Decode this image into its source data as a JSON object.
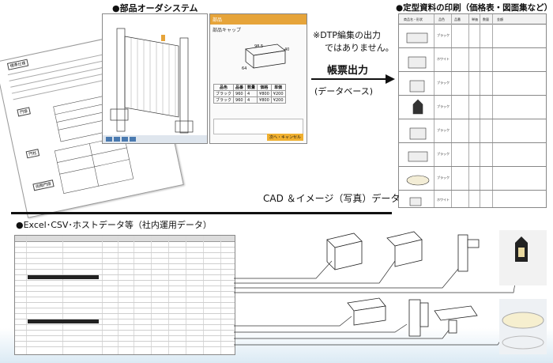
{
  "titles": {
    "order_system": "●部品オーダシステム",
    "catalog_print": "●定型資料の印刷（価格表・図面集など）",
    "excel_data": "●Excel･CSV･ホストデータ等（社内運用データ）"
  },
  "notes": {
    "dtp_line1": "※DTP編集の出力",
    "dtp_line2": "ではありません。",
    "output_main": "帳票出力",
    "output_sub": "(データベース)",
    "cad_data": "CAD ＆イメージ（写真）データ"
  },
  "app": {
    "panel_title": "部品キャップ",
    "footer_button": "次へ・キャンセル",
    "dim_a": "98.5",
    "dim_b": "40",
    "dim_c": "64",
    "table_headers": [
      "品色",
      "品番",
      "数量",
      "価格",
      "単価"
    ],
    "table_rows": [
      [
        "ブラック",
        "960",
        "4",
        "¥800",
        "¥200"
      ],
      [
        "ブラック",
        "960",
        "4",
        "¥800",
        "¥200"
      ]
    ]
  },
  "sheet_tags": [
    "標準仕様",
    "門扉",
    "門柱",
    "両開門扉"
  ],
  "catalog": {
    "headers": [
      "商品名・形状",
      "品色",
      "品番",
      "単価",
      "数量",
      "金額"
    ],
    "colors": [
      "ブラック",
      "ホワイト",
      "ブラック",
      "ブラック",
      "ブラック",
      "ブラック",
      "ブラック",
      "ホワイト"
    ]
  },
  "colors": {
    "accent_orange": "#e6a43a",
    "arrow": "#111111",
    "bottom_tint": "#dbeaf4"
  }
}
